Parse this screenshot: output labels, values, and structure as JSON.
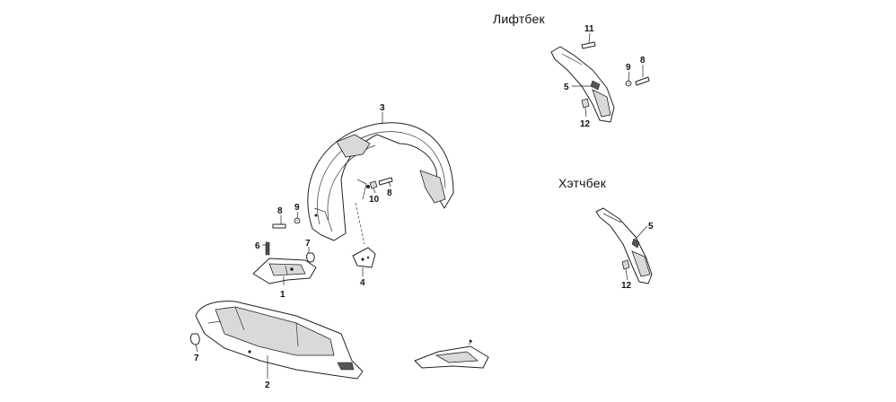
{
  "headings": {
    "liftback": "Лифтбек",
    "hatchback": "Хэтчбек"
  },
  "callouts": {
    "main": [
      "1",
      "2",
      "3",
      "4",
      "6",
      "7",
      "7",
      "8",
      "8",
      "9",
      "10"
    ],
    "liftback": [
      "11",
      "9",
      "8",
      "5",
      "12"
    ],
    "hatchback": [
      "5",
      "12"
    ]
  }
}
